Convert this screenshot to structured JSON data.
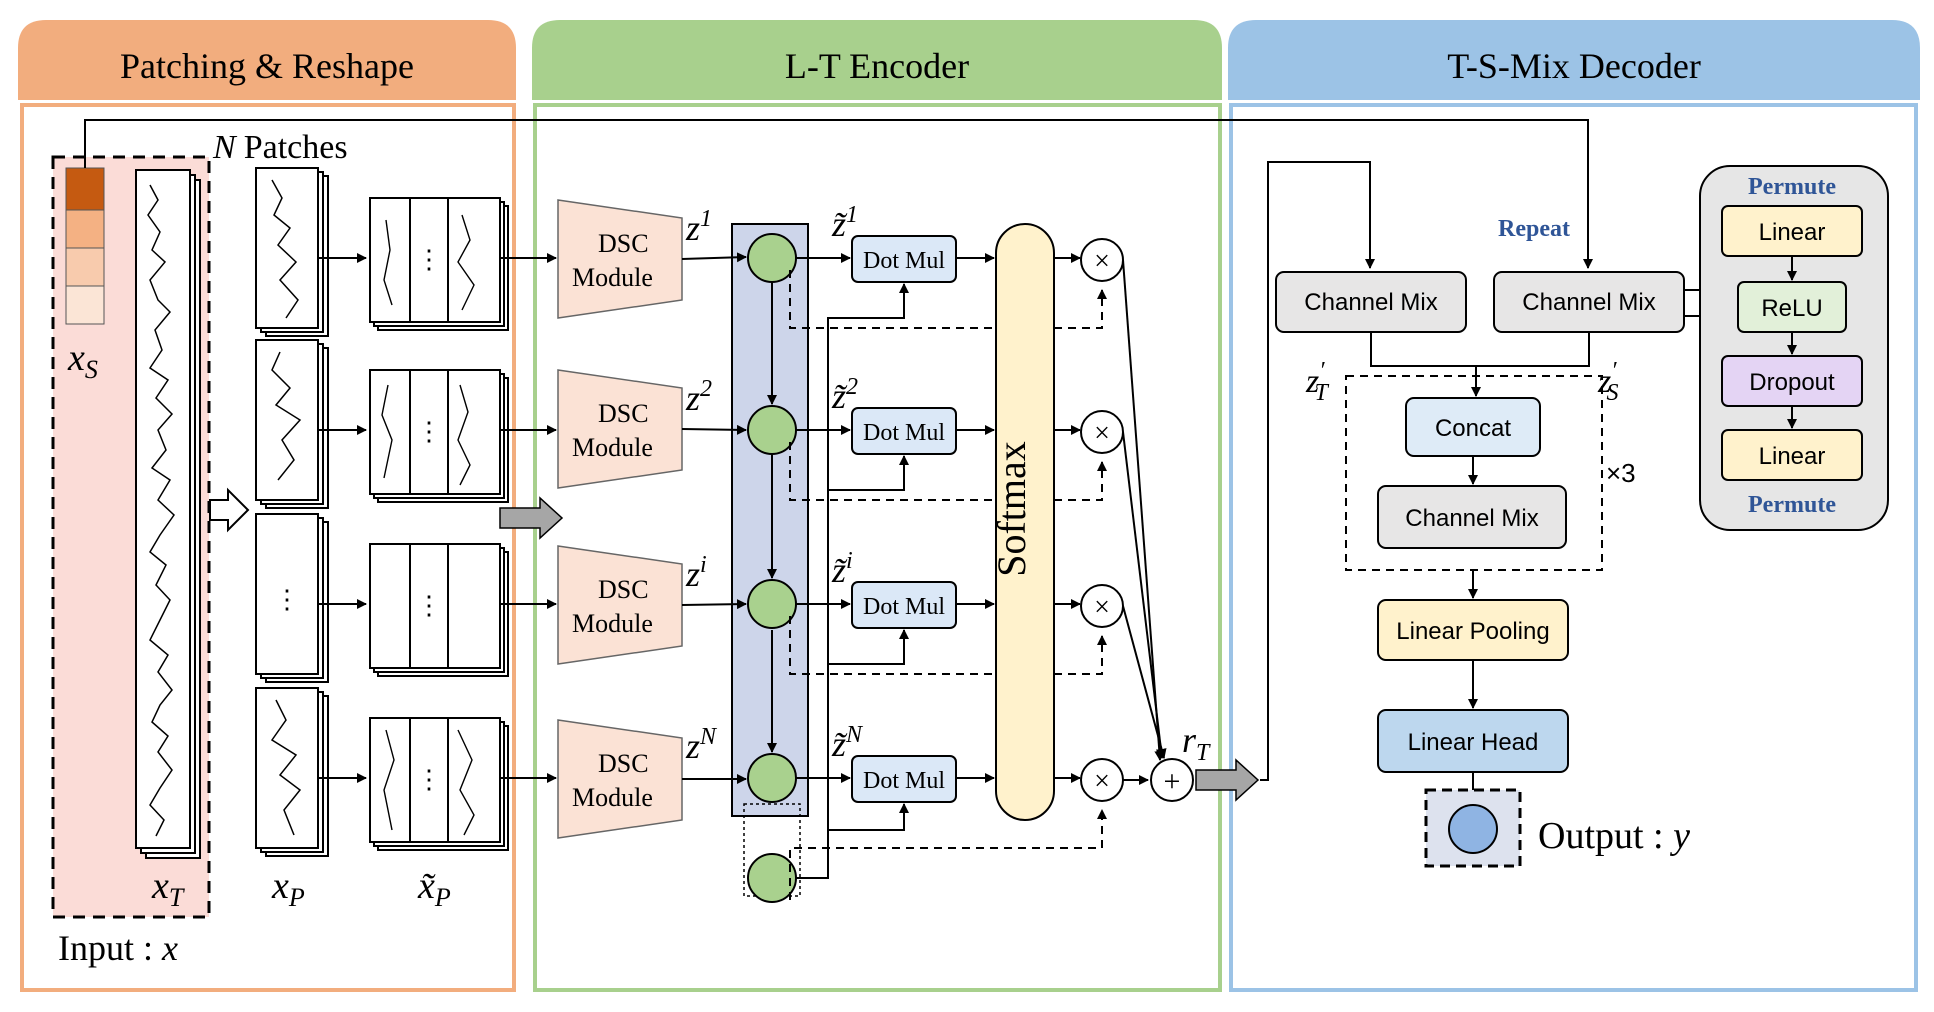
{
  "panels": {
    "patching": "Patching & Reshape",
    "encoder": "L-T Encoder",
    "decoder": "T-S-Mix Decoder"
  },
  "patching": {
    "patches_n": "N",
    "patches_label": "Patches",
    "xs_base": "x",
    "xs_sub": "S",
    "xt_base": "x",
    "xt_sub": "T",
    "xp_base": "x",
    "xp_sub": "P",
    "xpt_base": "x̃",
    "xpt_sub": "P",
    "input_label": "Input : ",
    "input_var": "x",
    "ellipsis": "⋮"
  },
  "encoder": {
    "dsc_line1": "DSC",
    "dsc_line2": "Module",
    "z_base": "z",
    "z_sups": [
      "1",
      "2",
      "i",
      "N"
    ],
    "zt_base": "z̃",
    "dotmul": "Dot Mul",
    "softmax": "Softmax",
    "times": "×",
    "plus": "+",
    "rt_base": "r",
    "rt_sub": "T"
  },
  "decoder": {
    "repeat": "Repeat",
    "channel_mix": "Channel Mix",
    "zt_prime_base": "z",
    "zt_prime_sub": "T",
    "zs_prime_base": "z",
    "zs_prime_sub": "S",
    "prime": "′",
    "concat": "Concat",
    "times3": "×3",
    "linear_pooling": "Linear Pooling",
    "linear_head": "Linear Head",
    "output_label": "Output : ",
    "output_var": "y",
    "mlp": {
      "permute_top": "Permute",
      "linear1": "Linear",
      "relu": "ReLU",
      "dropout": "Dropout",
      "linear2": "Linear",
      "permute_bottom": "Permute"
    }
  },
  "colors": {
    "patching_header": "#f2ad7e",
    "encoder_header": "#a8d08d",
    "decoder_header": "#9cc3e6",
    "input_bg": "#fbdcd7",
    "dsc_fill": "#fbe2d5",
    "circle_fill": "#a9d18e",
    "mixer_col": "#cdd5ea",
    "dotmul_fill": "#dbe8f7",
    "softmax_fill": "#fff2cc",
    "concat_fill": "#deebf7",
    "grey_fill": "#e7e6e6",
    "pooling_fill": "#fff2cc",
    "head_fill": "#bdd7ee",
    "relu_fill": "#e2f0d9",
    "dropout_fill": "#e4d4f4",
    "permute_text": "#2f5597",
    "output_circle": "#8fb4e3"
  }
}
